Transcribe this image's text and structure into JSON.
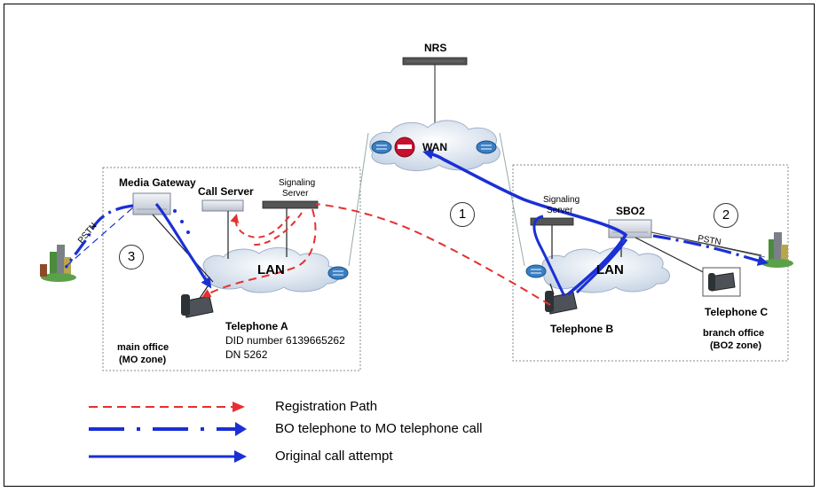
{
  "nodes": {
    "nrs": "NRS",
    "wan": "WAN",
    "media_gateway": "Media Gateway",
    "call_server": "Call Server",
    "signaling_server_mo_line1": "Signaling",
    "signaling_server_mo_line2": "Server",
    "signaling_server_bo_line1": "Signaling",
    "signaling_server_bo_line2": "Server",
    "sbo2": "SBO2",
    "lan_mo": "LAN",
    "lan_bo": "LAN",
    "pstn_mo": "PSTN",
    "pstn_bo": "PSTN"
  },
  "telephones": {
    "a": {
      "label": "Telephone A",
      "did": "DID number 6139665262",
      "dn": "DN 5262"
    },
    "b": {
      "label": "Telephone B"
    },
    "c": {
      "label": "Telephone C"
    }
  },
  "zones": {
    "mo_line1": "main office",
    "mo_line2": "(MO zone)",
    "bo_line1": "branch office",
    "bo_line2": "(BO2 zone)"
  },
  "steps": [
    "1",
    "2",
    "3"
  ],
  "legend": [
    {
      "label": "Registration Path",
      "color": "#e53030",
      "style": "dashed"
    },
    {
      "label": "BO telephone to MO telephone call",
      "color": "#1a2fd6",
      "style": "dash-dot"
    },
    {
      "label": "Original call attempt",
      "color": "#1a2fd6",
      "style": "solid"
    }
  ],
  "colors": {
    "red_path": "#e53030",
    "blue_path": "#1a2fd6",
    "stop_sign": "#c8102e",
    "router": "#3a7fc4"
  }
}
